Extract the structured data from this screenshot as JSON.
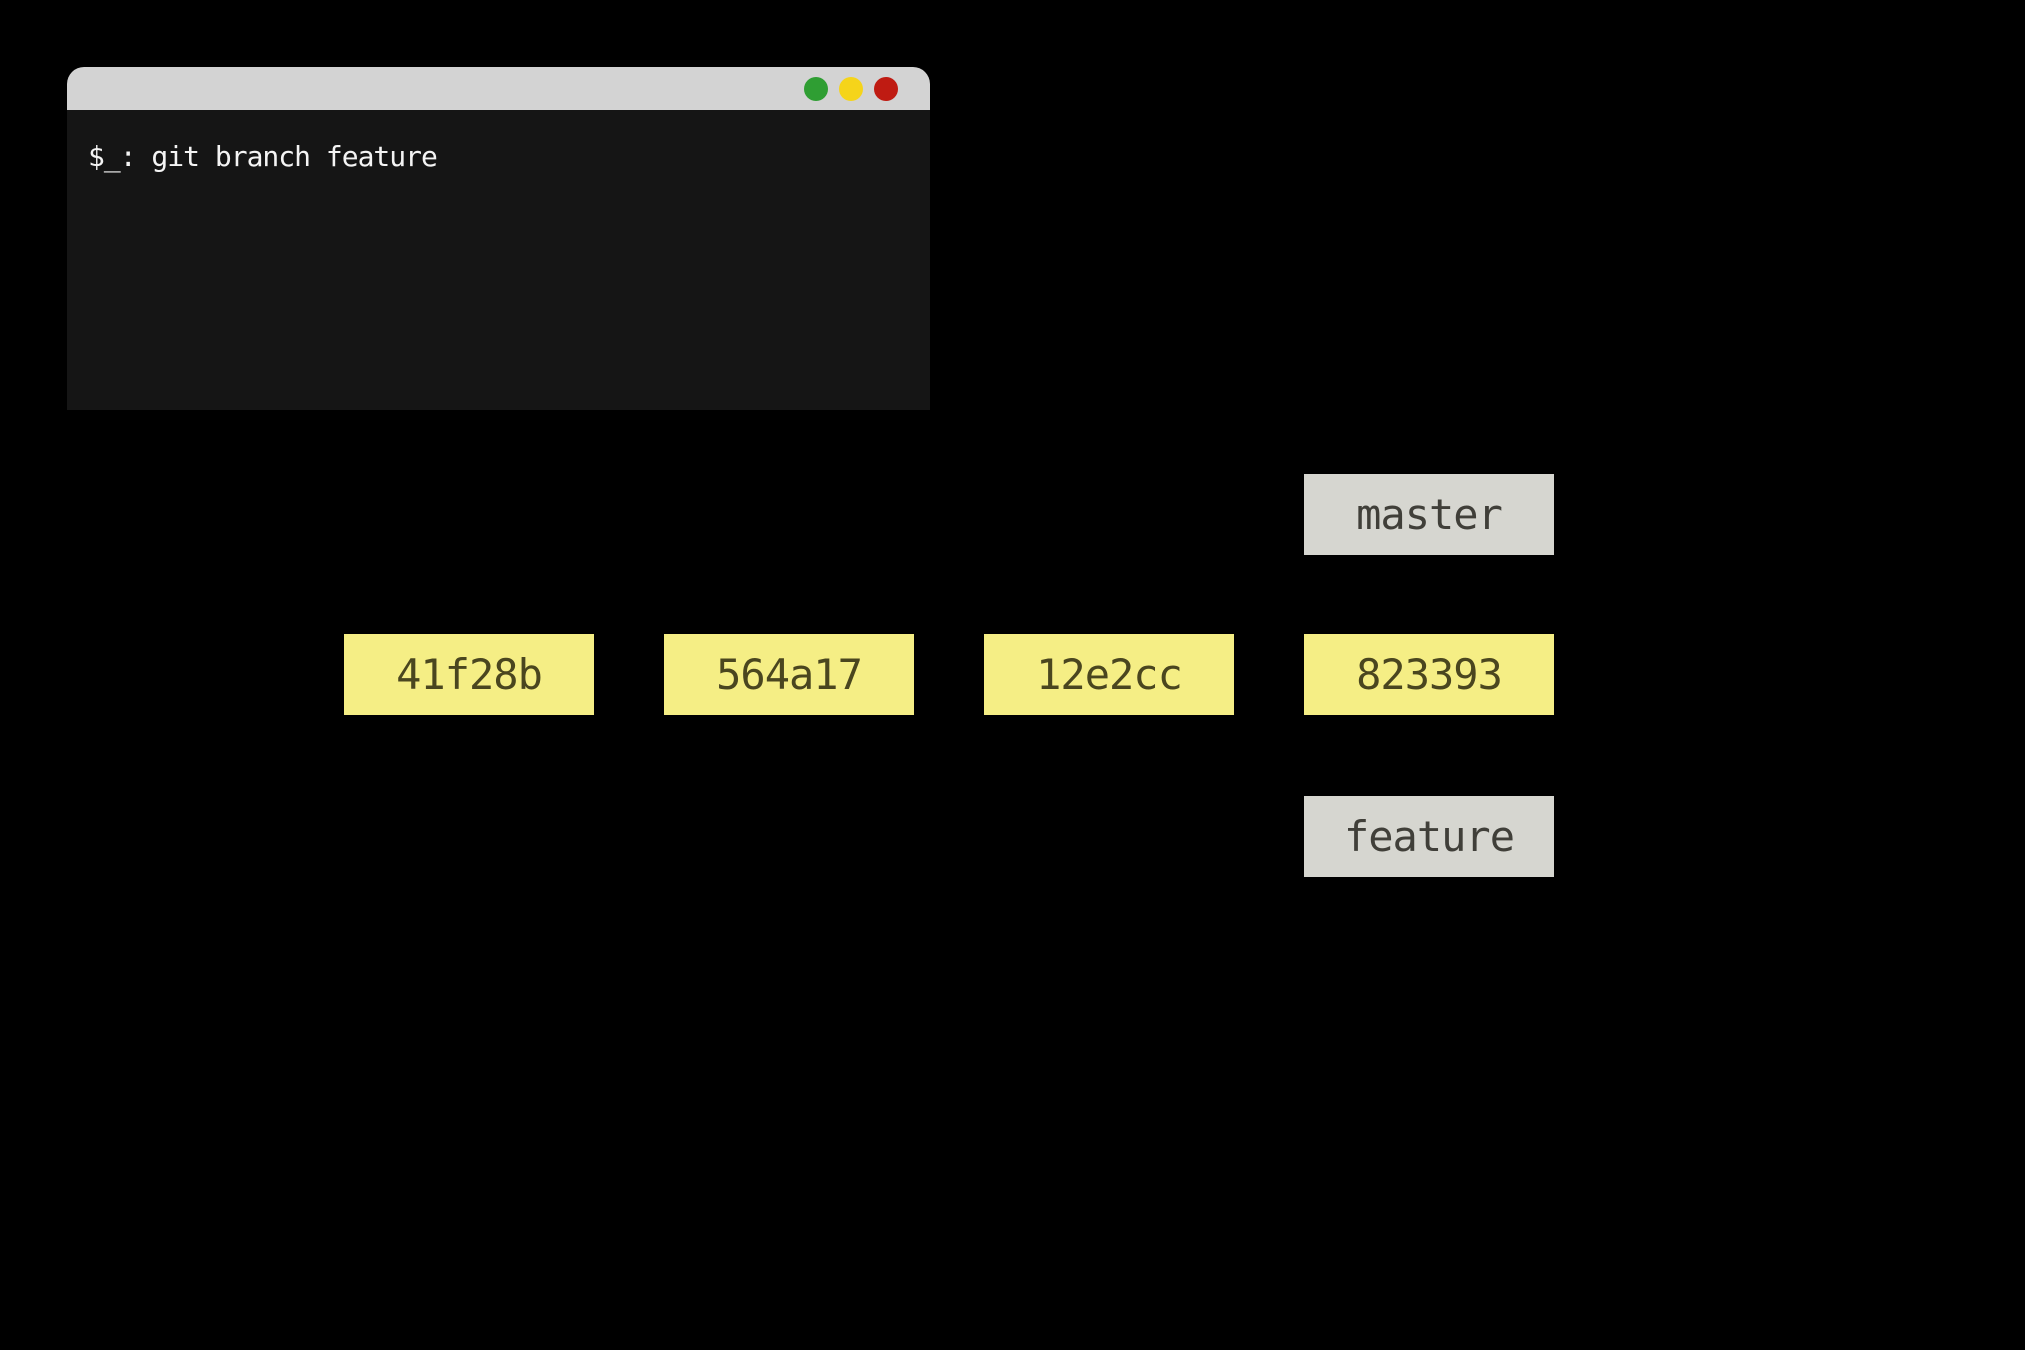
{
  "background_color": "#000000",
  "terminal": {
    "command_line": "$_: git branch feature",
    "window_buttons": [
      "green",
      "yellow",
      "red"
    ],
    "colors": {
      "titlebar": "#d3d3d3",
      "body": "#151515",
      "text": "#f4f4f4",
      "button_green": "#2f9e33",
      "button_yellow": "#f5d41a",
      "button_red": "#bf1b12"
    }
  },
  "graph": {
    "commits": [
      {
        "id": "41f28b"
      },
      {
        "id": "564a17"
      },
      {
        "id": "12e2cc"
      },
      {
        "id": "823393"
      }
    ],
    "branch_labels": [
      {
        "name": "master",
        "position": "above",
        "attached_to": "823393"
      },
      {
        "name": "feature",
        "position": "below",
        "attached_to": "823393"
      }
    ],
    "colors": {
      "commit_bg": "#f5ee85",
      "commit_text": "#4a461f",
      "label_bg": "#d6d6d0",
      "label_text": "#403f39"
    }
  }
}
